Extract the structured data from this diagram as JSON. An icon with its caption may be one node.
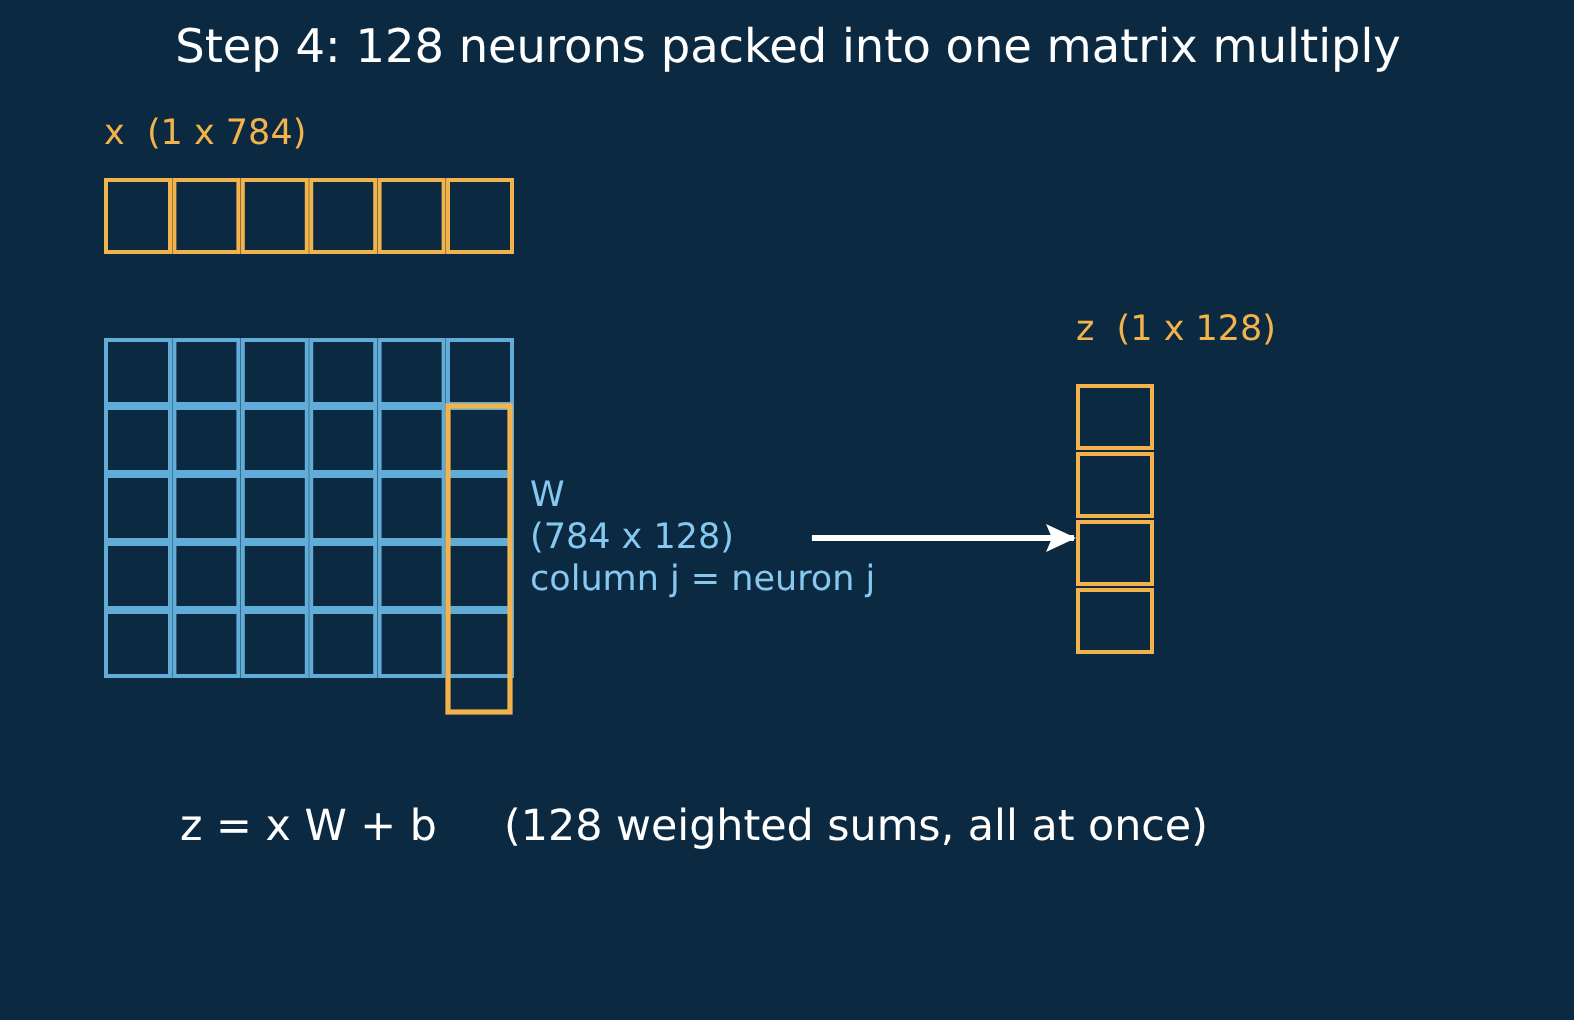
{
  "diagram": {
    "title": "Step 4: 128 neurons packed into one matrix multiply",
    "nodes": [
      {
        "text": [
          "x  (1 x 784)"
        ]
      },
      {
        "text": [
          "W",
          "(784 x 128)",
          "column j = neuron j"
        ]
      },
      {
        "text": [
          "z  (1 x 128)"
        ]
      }
    ],
    "edges": [
      {
        "from": 1,
        "to": 2,
        "arrow": "to"
      }
    ],
    "labels": [
      "z = x W + b",
      "(128 weighted sums, all at once)"
    ]
  }
}
